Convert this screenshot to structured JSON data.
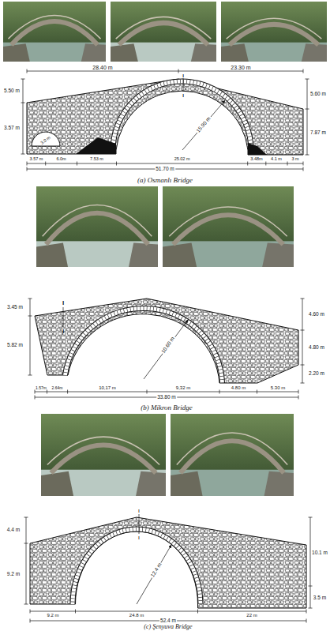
{
  "diagram": {
    "labels": [
      "28.40 m",
      "23.30 m",
      "5.50 m",
      "3.57 m",
      "5.60 m",
      "7.87 m",
      "I",
      "I",
      "3.0 m",
      "15.90 m",
      "3.57 m",
      "6.0m",
      "7.53 m",
      "25.02 m",
      "3.48m",
      "4.1 m",
      "3 m",
      "51.70 m",
      "(a) Osmanlı Bridge",
      "3.45 m",
      "5.82 m",
      "I",
      "I",
      "4.60 m",
      "4.80 m",
      "2.20 m",
      "10.60 m",
      "1.57m",
      "2.64m",
      "10,17 m",
      "9,32 m",
      "4.80 m",
      "5.30 m",
      "33.80 m",
      "(b) Mikron Bridge",
      "4.4 m",
      "9.2 m",
      "I",
      "I",
      "10.1 m",
      "3.5 m",
      "12.4 m",
      "9.2 m",
      "24.8 m",
      "22 m",
      "52.4 m",
      "(c) Şenyuva Bridge"
    ]
  }
}
